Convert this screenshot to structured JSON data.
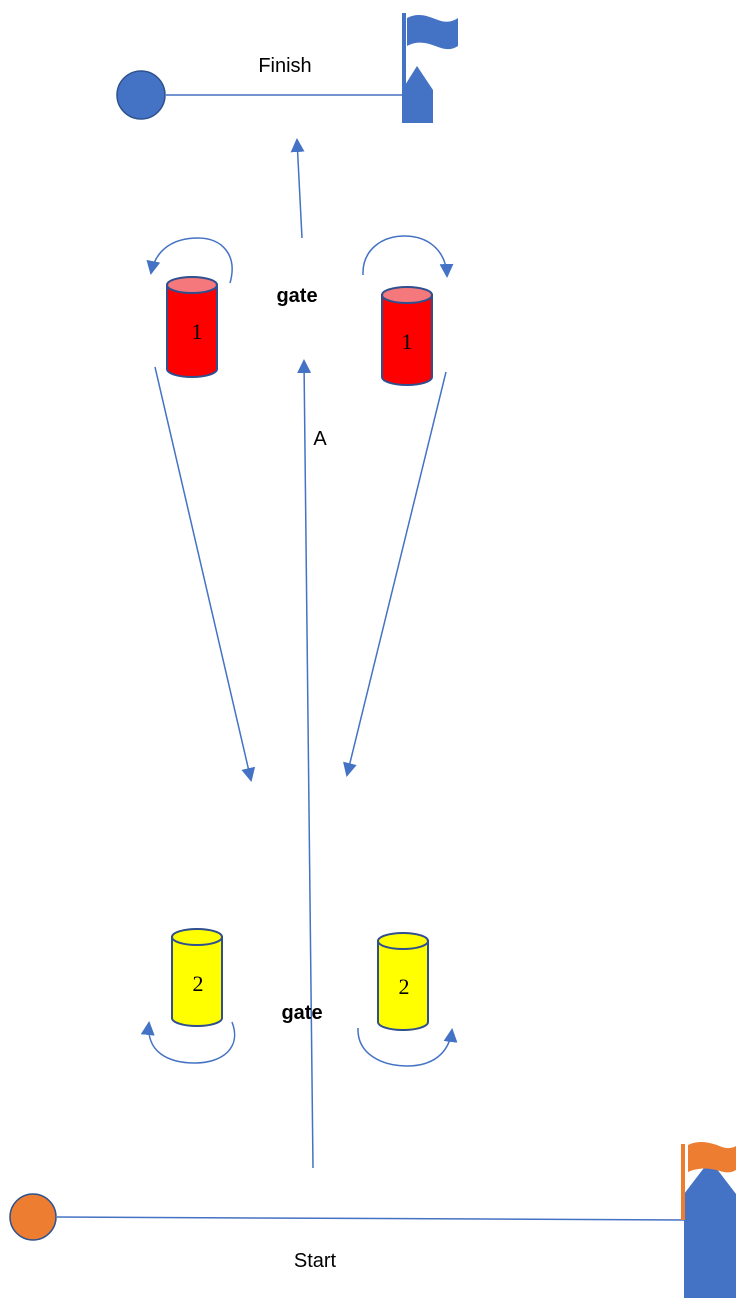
{
  "labels": {
    "finish": "Finish",
    "start": "Start",
    "gate_top": "gate",
    "gate_bottom": "gate",
    "leg_a": "A"
  },
  "buoys": {
    "top_left": "1",
    "top_right": "1",
    "bottom_left": "2",
    "bottom_right": "2"
  },
  "colors": {
    "arrow": "#4472C4",
    "finish_marker": "#4472C4",
    "start_marker": "#ED7D31",
    "buoy_red": "#FF0000",
    "buoy_red_top": "#F4787C",
    "buoy_yellow": "#FFFF00",
    "buoy_outline": "#2F4F8F"
  },
  "icons": {
    "finish_flag": "flag-icon",
    "start_flag": "flag-icon",
    "finish_committee_boat": "boat-icon",
    "start_committee_boat": "boat-icon"
  }
}
